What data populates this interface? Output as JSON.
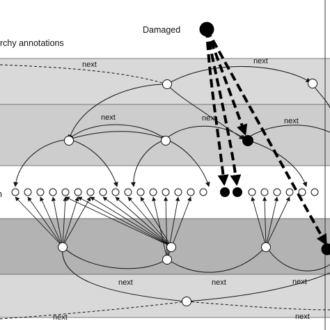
{
  "labels": {
    "damaged": "Damaged",
    "hierarchy": "rchy annotations",
    "next": "next",
    "cut_marker": "n"
  },
  "colors": {
    "band_light": "#d9d9d9",
    "band_mid": "#cdcdcd",
    "band_dark": "#b3b3b3",
    "line": "#111111",
    "damaged": "#000000"
  }
}
